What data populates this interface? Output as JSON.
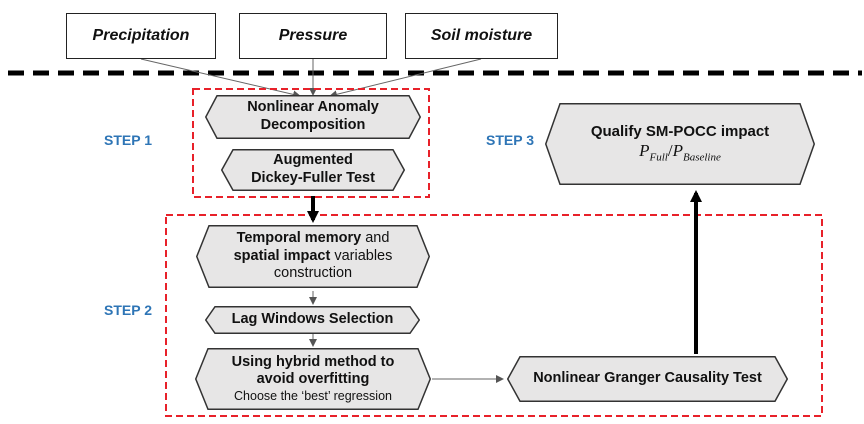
{
  "inputs": [
    "Precipitation",
    "Pressure",
    "Soil moisture"
  ],
  "steps": {
    "step1": "STEP 1",
    "step2": "STEP 2",
    "step3": "STEP 3"
  },
  "step1": {
    "box1_line1": "Nonlinear Anomaly",
    "box1_line2": "Decomposition",
    "box2_line1": "Augmented",
    "box2_line2": "Dickey-Fuller Test"
  },
  "step2": {
    "box1_bold1": "Temporal memory",
    "box1_plain1": " and",
    "box1_bold2": "spatial impact",
    "box1_plain2": " variables",
    "box1_line3": "construction",
    "box2": "Lag Windows Selection",
    "box3_line1": "Using hybrid method to",
    "box3_line2": "avoid overfitting",
    "box3_line3": "Choose the ‘best’ regression",
    "box4": "Nonlinear Granger Causality Test"
  },
  "step3": {
    "title": "Qualify SM-POCC impact",
    "p_full": "P",
    "p_full_sub": "Full",
    "slash": "/",
    "p_base": "P",
    "p_base_sub": "Baseline"
  },
  "colors": {
    "box_fill": "#e7e6e6",
    "dashed_red": "#e8212a",
    "step_blue": "#2e75b6"
  }
}
